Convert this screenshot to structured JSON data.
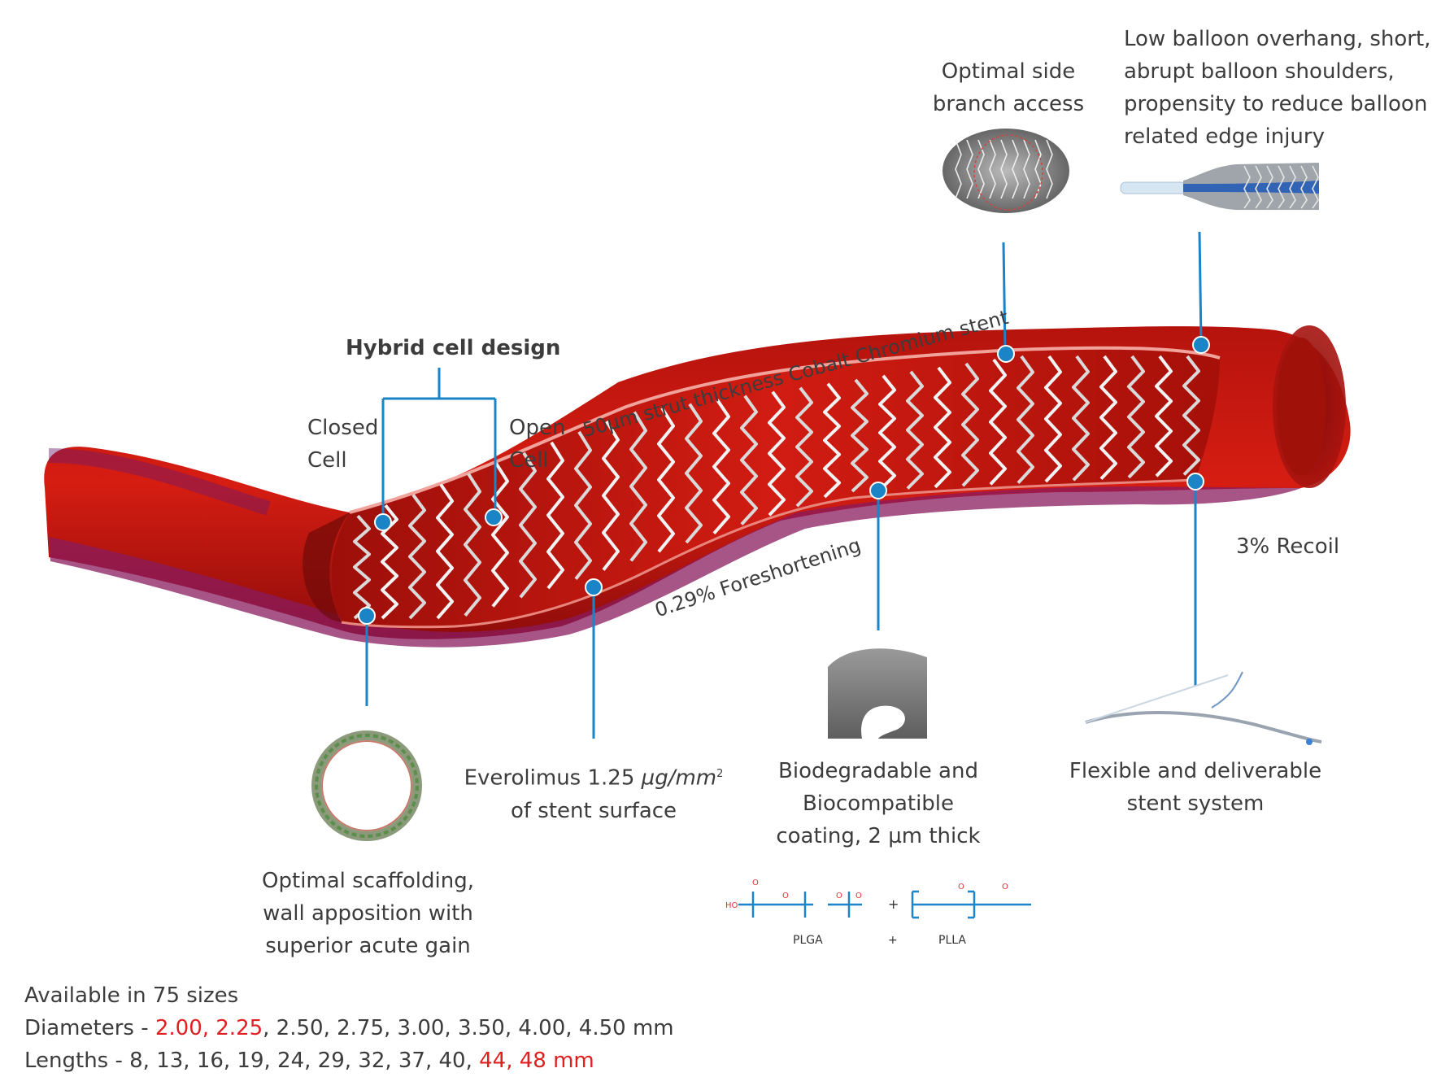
{
  "labels": {
    "hybrid_title": "Hybrid cell design",
    "closed_cell": [
      "Closed",
      "Cell"
    ],
    "open_cell": [
      "Open",
      "Cell"
    ],
    "strut": "50µm strut thickness Cobalt Chromium stent",
    "side_branch": [
      "Optimal side",
      "branch access"
    ],
    "balloon": [
      "Low balloon overhang, short,",
      "abrupt balloon shoulders,",
      "propensity to reduce balloon",
      "related edge injury"
    ],
    "foreshortening": "0.29% Foreshortening",
    "recoil": "3% Recoil",
    "scaffolding": [
      "Optimal scaffolding,",
      "wall apposition with",
      "superior acute gain"
    ],
    "everolimus_1": "Everolimus 1.25 ",
    "everolimus_unit": "µg/mm",
    "everolimus_sup": "2",
    "everolimus_2": "of stent surface",
    "coating": [
      "Biodegradable and",
      "Biocompatible",
      "coating, 2 µm thick"
    ],
    "flexible": [
      "Flexible and deliverable",
      "stent system"
    ]
  },
  "chem": {
    "plga": "PLGA",
    "plus": "+",
    "plla": "PLLA",
    "plus2": "+"
  },
  "availability": {
    "sizes": "Available in 75 sizes",
    "diam_prefix": "Diameters - ",
    "diam_red": "2.00, 2.25",
    "diam_rest": ", 2.50, 2.75, 3.00, 3.50, 4.00, 4.50 mm",
    "len_prefix": "Lengths - 8, 13, 16, 19, 24, 29, 32, 37, 40, ",
    "len_red": "44, 48 mm"
  },
  "colors": {
    "vessel_red": "#c8160f",
    "vessel_dark": "#8a0c08",
    "callout_blue": "#1a84c6",
    "highlight_red": "#e02020"
  }
}
